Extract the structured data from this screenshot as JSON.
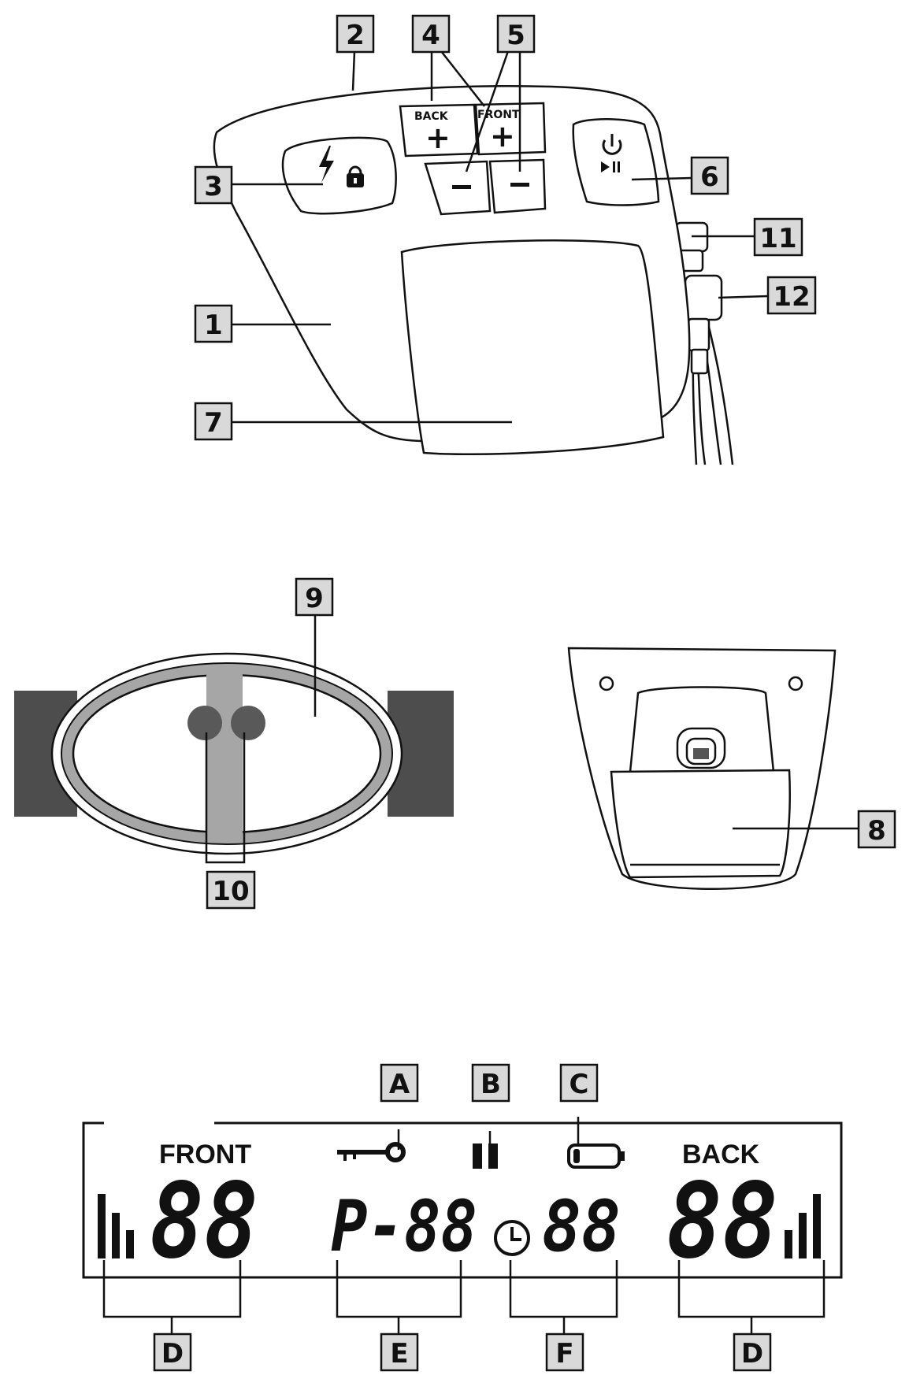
{
  "buttons": {
    "back_label": "BACK",
    "front_label": "FRONT"
  },
  "callouts": [
    "1",
    "2",
    "3",
    "4",
    "5",
    "6",
    "7",
    "8",
    "9",
    "10",
    "11",
    "12",
    "A",
    "B",
    "C",
    "D",
    "E",
    "F"
  ],
  "display": {
    "front_label": "FRONT",
    "back_label": "BACK",
    "front_digits": "88",
    "program_digits": "P-88",
    "timer_digits": "88",
    "back_digits": "88"
  },
  "icons": [
    "lightning-icon",
    "lock-icon",
    "plus-icon",
    "minus-icon",
    "power-icon",
    "play-pause-icon",
    "key-icon",
    "pause-icon",
    "battery-icon",
    "clock-icon",
    "signal-bars-icon"
  ]
}
